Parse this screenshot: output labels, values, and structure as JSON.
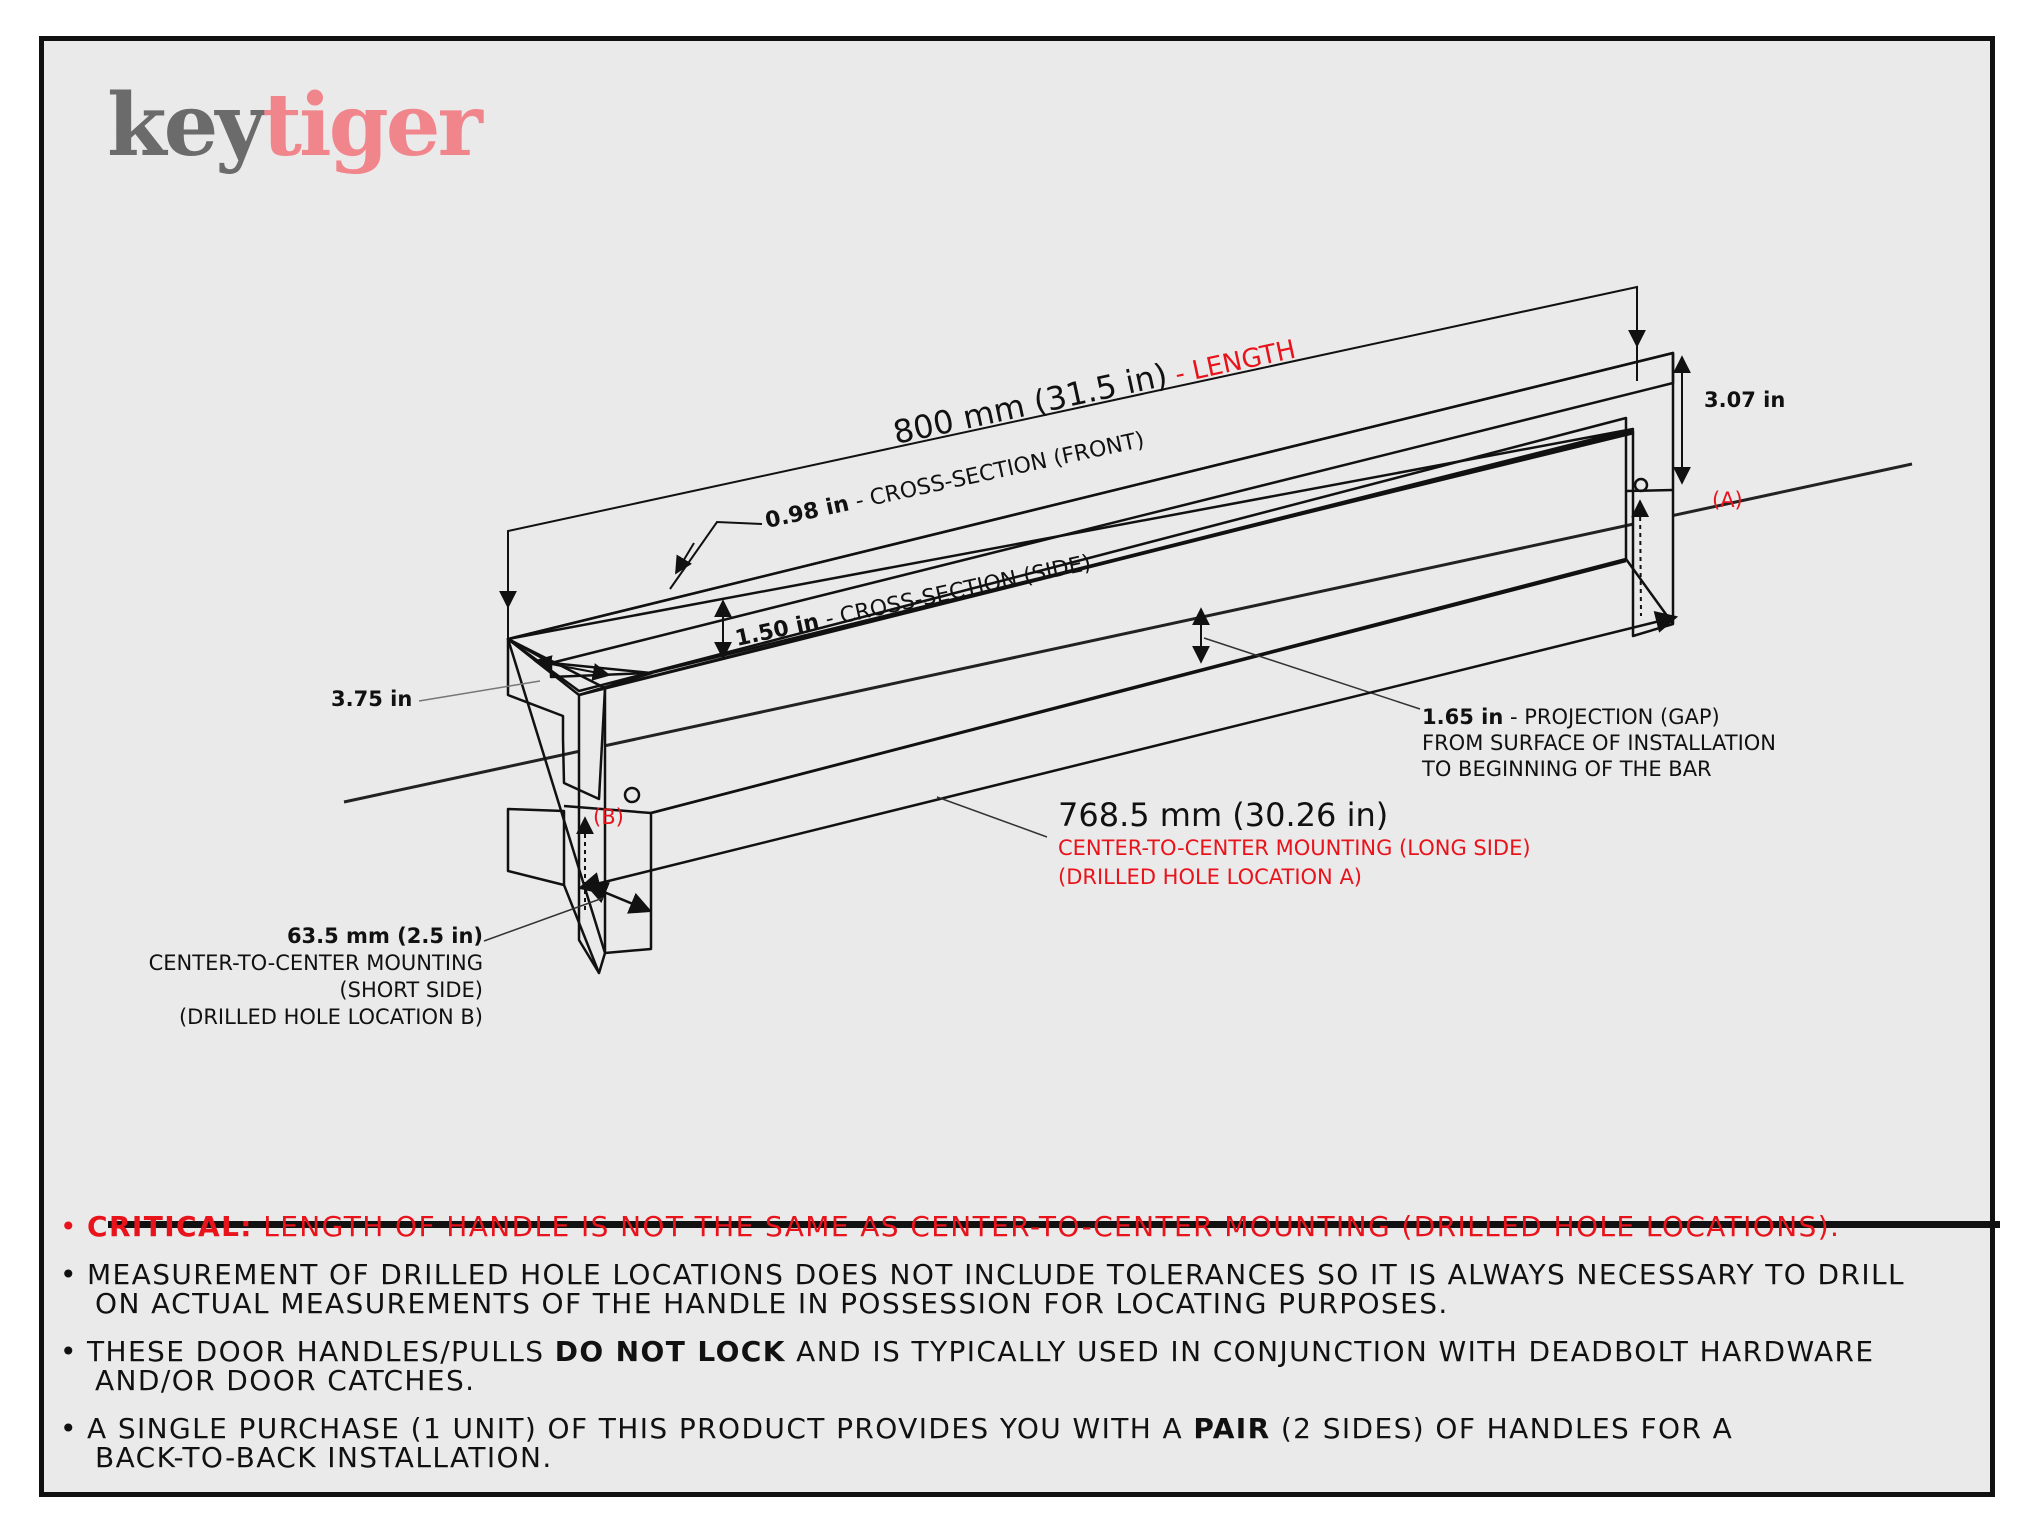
{
  "logo": {
    "part1": "key",
    "part2": "tiger"
  },
  "dimensions": {
    "length": {
      "value": "800 mm (31.5 in)",
      "suffix": " - LENGTH"
    },
    "cross_front": {
      "value": "0.98 in",
      "text": " - CROSS-SECTION (FRONT)"
    },
    "cross_side": {
      "value": "1.50 in",
      "text": " - CROSS-SECTION (SIDE)"
    },
    "height": "3.07 in",
    "depth": "3.75 in",
    "projection": {
      "value": "1.65 in",
      "text": " - PROJECTION (GAP)",
      "line2": "FROM SURFACE OF INSTALLATION",
      "line3": "TO BEGINNING OF THE BAR"
    },
    "center_long": {
      "value": "768.5 mm (30.26 in)",
      "line2": "CENTER-TO-CENTER MOUNTING (LONG SIDE)",
      "line3": "(DRILLED HOLE LOCATION A)"
    },
    "center_short": {
      "value": "63.5 mm (2.5 in)",
      "line2": "CENTER-TO-CENTER MOUNTING",
      "line3": "(SHORT SIDE)",
      "line4": "(DRILLED HOLE LOCATION B)"
    },
    "marker_a": "(A)",
    "marker_b": "(B)"
  },
  "notes": [
    {
      "bullet": "•",
      "strong": "CRITICAL:",
      "text": " LENGTH OF HANDLE IS NOT THE SAME AS CENTER-TO-CENTER MOUNTING (DRILLED HOLE LOCATIONS)."
    },
    {
      "bullet": "•",
      "text": "MEASUREMENT OF DRILLED HOLE LOCATIONS DOES NOT INCLUDE TOLERANCES SO IT IS ALWAYS NECESSARY TO DRILL",
      "cont": "ON ACTUAL MEASUREMENTS OF THE HANDLE IN POSSESSION FOR LOCATING PURPOSES."
    },
    {
      "bullet": "•",
      "pre": "THESE DOOR HANDLES/PULLS ",
      "strong": "DO NOT LOCK",
      "post": " AND IS TYPICALLY USED IN CONJUNCTION WITH DEADBOLT HARDWARE",
      "cont": "AND/OR DOOR CATCHES."
    },
    {
      "bullet": "•",
      "pre": "A SINGLE PURCHASE (1 UNIT) OF THIS PRODUCT PROVIDES YOU WITH A ",
      "strong": "PAIR",
      "post": " (2 SIDES) OF HANDLES FOR A",
      "cont": "BACK-TO-BACK INSTALLATION."
    }
  ],
  "colors": {
    "accent": "#e8131b",
    "background": "#ebeaea",
    "ink": "#111111",
    "logo_grey": "#6b6b6b",
    "logo_pink": "#f1858c"
  }
}
